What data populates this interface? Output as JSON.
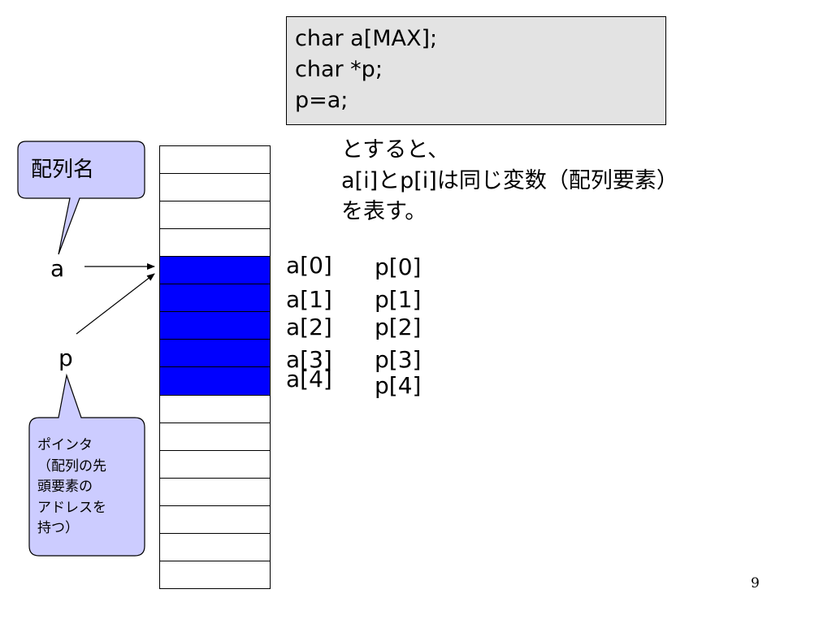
{
  "code": {
    "lines": [
      "char a[MAX];",
      "char *p;",
      "p=a;"
    ]
  },
  "explanation": {
    "lines": [
      "とすると、",
      "a[i]とp[i]は同じ変数（配列要素）",
      "を表す。"
    ]
  },
  "labels": {
    "a": "a",
    "p": "p"
  },
  "elements": {
    "a": [
      "a[0]",
      "a[1]",
      "a[2]",
      "a[3]",
      "a[4]"
    ],
    "p": [
      "p[0]",
      "p[1]",
      "p[2]",
      "p[3]",
      "p[4]"
    ]
  },
  "callouts": {
    "array_name": "配列名",
    "pointer_lines": [
      "ポインタ",
      "（配列の先",
      "頭要素の",
      "アドレスを",
      "持つ）"
    ]
  },
  "memory": {
    "cells_above": 4,
    "cells_filled": 5,
    "cells_below": 7,
    "filled_color": "#0000ff",
    "callout_color": "#ccccff",
    "code_box_color": "#e3e3e3"
  },
  "page_number": "9"
}
